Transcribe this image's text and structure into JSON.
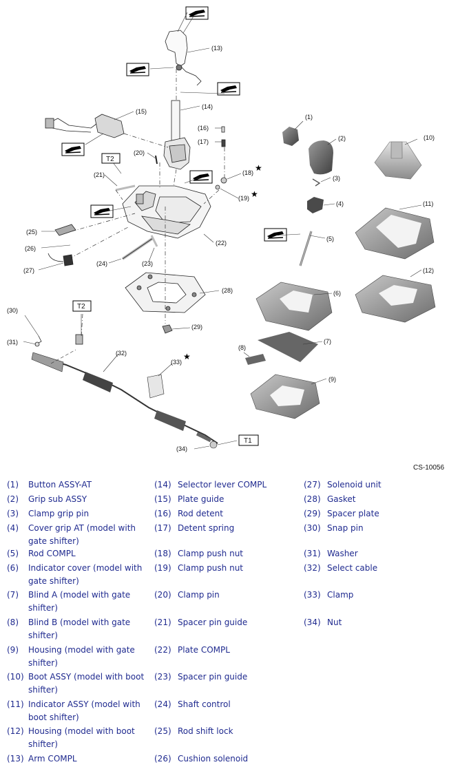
{
  "figure_code": "CS-10056",
  "torque_tags": [
    "T1",
    "T2",
    "T2"
  ],
  "callouts": [
    "(1)",
    "(2)",
    "(3)",
    "(4)",
    "(5)",
    "(6)",
    "(7)",
    "(8)",
    "(9)",
    "(10)",
    "(11)",
    "(12)",
    "(13)",
    "(14)",
    "(15)",
    "(16)",
    "(17)",
    "(18)",
    "(19)",
    "(20)",
    "(21)",
    "(22)",
    "(23)",
    "(24)",
    "(25)",
    "(26)",
    "(27)",
    "(28)",
    "(29)",
    "(30)",
    "(31)",
    "(32)",
    "(33)",
    "(34)"
  ],
  "legend": [
    {
      "num": "(1)",
      "text": "Button ASSY-AT"
    },
    {
      "num": "(2)",
      "text": "Grip sub ASSY"
    },
    {
      "num": "(3)",
      "text": "Clamp grip pin"
    },
    {
      "num": "(4)",
      "text": "Cover grip AT (model with gate shifter)"
    },
    {
      "num": "(5)",
      "text": "Rod COMPL"
    },
    {
      "num": "(6)",
      "text": "Indicator cover (model with gate shifter)"
    },
    {
      "num": "(7)",
      "text": "Blind A (model with gate shifter)"
    },
    {
      "num": "(8)",
      "text": "Blind B (model with gate shifter)"
    },
    {
      "num": "(9)",
      "text": "Housing (model with gate shifter)"
    },
    {
      "num": "(10)",
      "text": "Boot ASSY (model with boot shifter)"
    },
    {
      "num": "(11)",
      "text": "Indicator ASSY (model with boot shifter)"
    },
    {
      "num": "(12)",
      "text": "Housing (model with boot shifter)"
    },
    {
      "num": "(13)",
      "text": "Arm COMPL"
    },
    {
      "num": "(14)",
      "text": "Selector lever COMPL"
    },
    {
      "num": "(15)",
      "text": "Plate guide"
    },
    {
      "num": "(16)",
      "text": "Rod detent"
    },
    {
      "num": "(17)",
      "text": "Detent spring"
    },
    {
      "num": "(18)",
      "text": "Clamp push nut"
    },
    {
      "num": "(19)",
      "text": "Clamp push nut"
    },
    {
      "num": "(20)",
      "text": "Clamp pin"
    },
    {
      "num": "(21)",
      "text": "Spacer pin guide"
    },
    {
      "num": "(22)",
      "text": "Plate COMPL"
    },
    {
      "num": "(23)",
      "text": "Spacer pin guide"
    },
    {
      "num": "(24)",
      "text": "Shaft control"
    },
    {
      "num": "(25)",
      "text": "Rod shift lock"
    },
    {
      "num": "(26)",
      "text": "Cushion solenoid"
    },
    {
      "num": "(27)",
      "text": "Solenoid unit"
    },
    {
      "num": "(28)",
      "text": "Gasket"
    },
    {
      "num": "(29)",
      "text": "Spacer plate"
    },
    {
      "num": "(30)",
      "text": "Snap pin"
    },
    {
      "num": "(31)",
      "text": "Washer"
    },
    {
      "num": "(32)",
      "text": "Select cable"
    },
    {
      "num": "(33)",
      "text": "Clamp"
    },
    {
      "num": "(34)",
      "text": "Nut"
    }
  ]
}
